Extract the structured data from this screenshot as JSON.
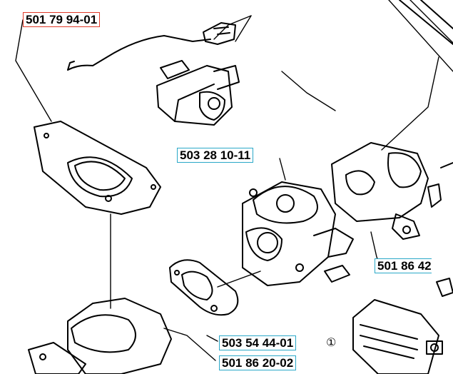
{
  "parts": [
    {
      "id": "part-1",
      "number": "501 79 94-01",
      "color": "#e03a2a"
    },
    {
      "id": "part-2",
      "number": "503 28 10-11",
      "color": "#2aa8c8"
    },
    {
      "id": "part-3",
      "number": "501 86 42",
      "color": "#2aa8c8"
    },
    {
      "id": "part-4",
      "number": "503 54 44-01",
      "color": "#2aa8c8"
    },
    {
      "id": "part-5",
      "number": "501 86 20-02",
      "color": "#2aa8c8"
    }
  ],
  "footnote_marker": "①"
}
